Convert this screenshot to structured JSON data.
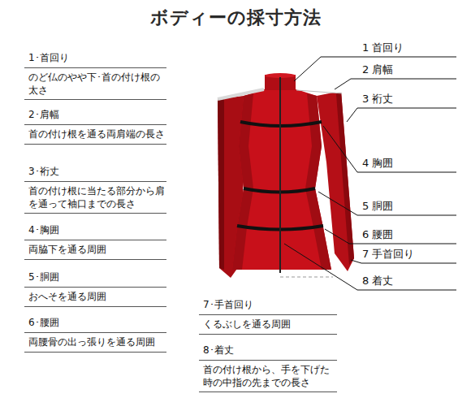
{
  "diagram": {
    "title": "ボディーの採寸方法",
    "labels": [
      "1･首回り",
      "のど仏のやや下･首の付け根の太さ",
      "2･肩幅",
      "首の付け根を通る両肩端の長さ",
      "3･裄丈",
      "首の付け根に当たる部分から肩を通って袖口までの長さ",
      "4･胸囲",
      "両脇下を通る周囲",
      "5･胴囲",
      "おへそを通る周囲",
      "6･腰囲",
      "両腰骨の出っ張りを通る周囲",
      "7･手首回り",
      "くるぶしを通る周囲",
      "8･着丈",
      "首の付け根から、手を下げた時の中指の先までの長さ",
      "1 首回り",
      "2 肩幅",
      "3 裄丈",
      "4 胸囲",
      "5 胴囲",
      "6 腰囲",
      "7 手首回り",
      "8 着丈"
    ]
  }
}
